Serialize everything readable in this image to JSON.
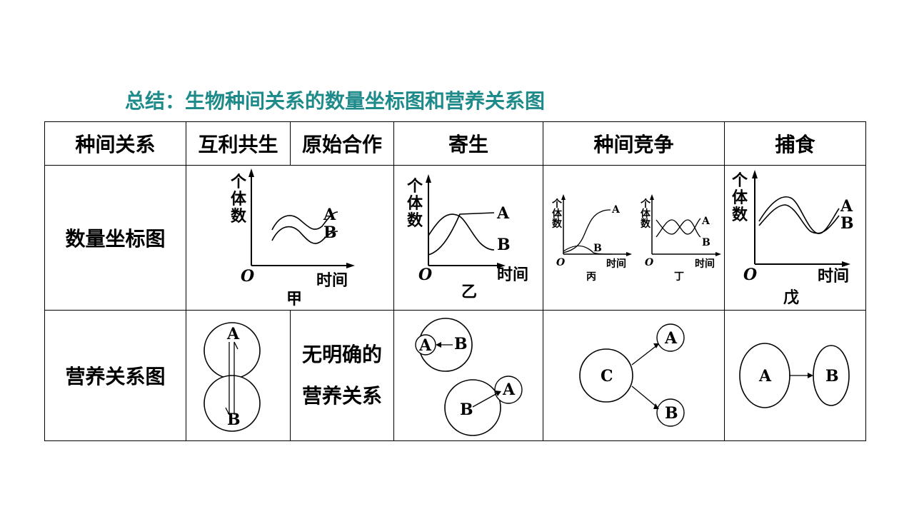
{
  "title": "总结：生物种间关系的数量坐标图和营养关系图",
  "header": {
    "relation": "种间关系",
    "mutualism": "互利共生",
    "protocooperation": "原始合作",
    "parasitism": "寄生",
    "competition": "种间竞争",
    "predation": "捕食"
  },
  "rows": {
    "graph": "数量坐标图",
    "trophic": "营养关系图"
  },
  "axis": {
    "y": [
      "个",
      "体",
      "数"
    ],
    "x": "时间",
    "origin": "O"
  },
  "species": {
    "a": "A",
    "b": "B",
    "c": "C"
  },
  "captions": {
    "jia": "甲",
    "yi": "乙",
    "bing": "丙",
    "ding": "丁",
    "wu": "戊"
  },
  "no_relation": [
    "无明确的",
    "营养关系"
  ],
  "colors": {
    "title": "#1e8a8a",
    "line": "#000000"
  }
}
